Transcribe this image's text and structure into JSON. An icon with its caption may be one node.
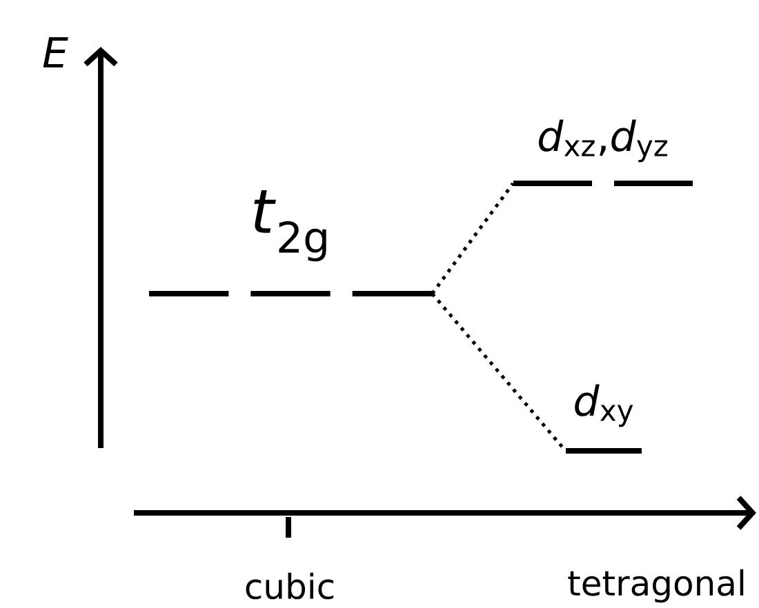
{
  "diagram": {
    "nodes": [
      {
        "text": [
          "*t*$_{2g}$"
        ]
      },
      {
        "text": [
          "*d*$_{xz}$,*d*$_{yz}$"
        ]
      },
      {
        "text": [
          "*d*$_{xy}$"
        ]
      }
    ],
    "edges": [
      {
        "from": 0,
        "to": 1,
        "arrow": "none"
      },
      {
        "from": 0,
        "to": 2,
        "arrow": "none"
      }
    ],
    "labels": [
      "E",
      "cubic",
      "tetragonal"
    ]
  }
}
